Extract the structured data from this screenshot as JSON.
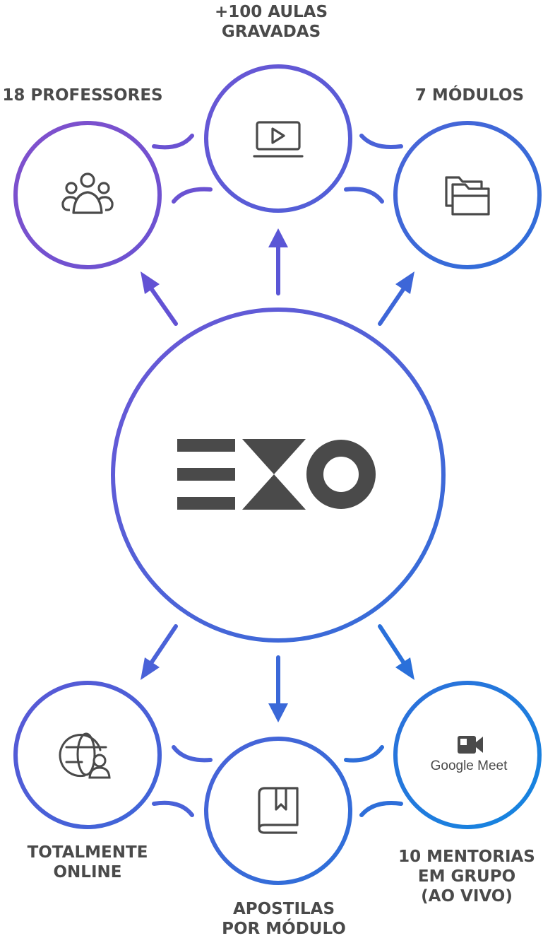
{
  "center": {
    "logo_text": "EXO"
  },
  "nodes": {
    "professores": {
      "label": "18 PROFESSORES",
      "icon": "people-group-icon"
    },
    "aulas": {
      "label_line1": "+100 AULAS",
      "label_line2": "GRAVADAS",
      "icon": "video-play-icon"
    },
    "modulos": {
      "label": "7 MÓDULOS",
      "icon": "folders-icon"
    },
    "online": {
      "label_line1": "TOTALMENTE",
      "label_line2": "ONLINE",
      "icon": "globe-user-icon"
    },
    "apostilas": {
      "label_line1": "APOSTILAS",
      "label_line2": "POR MÓDULO",
      "icon": "bookmark-book-icon"
    },
    "mentorias": {
      "label_line1": "10 MENTORIAS",
      "label_line2": "EM GRUPO",
      "label_line3": "(AO VIVO)",
      "icon": "video-camera-icon",
      "brand_text": "Google Meet"
    }
  },
  "colors": {
    "purple": "#7b4fd0",
    "indigo": "#5a5ad8",
    "blue": "#3a6ad8",
    "light_blue": "#1a80e0",
    "icon": "#4a4a4a"
  }
}
